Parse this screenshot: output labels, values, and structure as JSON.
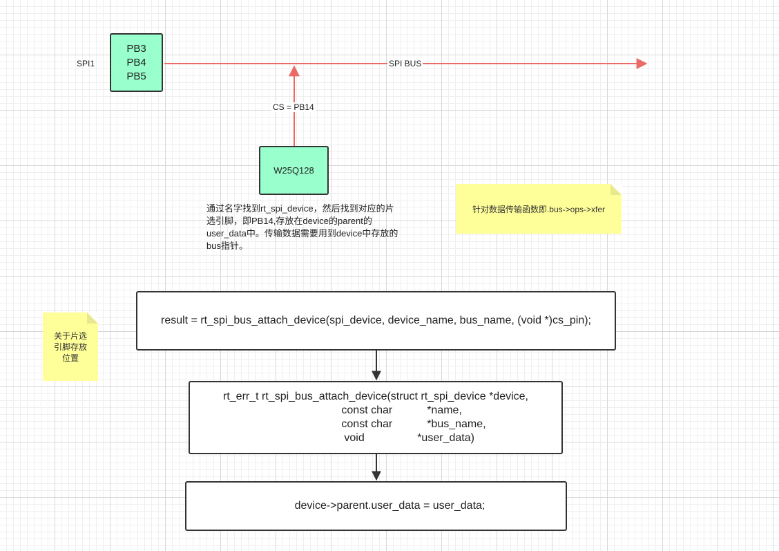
{
  "diagram": {
    "bus_source": {
      "side_label": "SPI1",
      "pins": [
        "PB3",
        "PB4",
        "PB5"
      ]
    },
    "bus_label": "SPI BUS",
    "device": {
      "name": "W25Q128",
      "cs_label": "CS = PB14"
    },
    "description": [
      "通过名字找到rt_spi_device，然后找到对应的片",
      "选引脚，即PB14,存放在device的parent的",
      "user_data中。传输数据需要用到device中存放的",
      "bus指针。"
    ],
    "notes": {
      "xfer_note": "针对数据传输函数即.bus->ops->xfer",
      "cs_note_lines": [
        "关于片选",
        "引脚存放",
        "位置"
      ]
    },
    "code_blocks": {
      "call": "result = rt_spi_bus_attach_device(spi_device, device_name, bus_name, (void *)cs_pin);",
      "signature": {
        "first_line": "rt_err_t rt_spi_bus_attach_device(struct rt_spi_device *device,",
        "params": [
          {
            "type": "const char",
            "name": "*name,"
          },
          {
            "type": "const char",
            "name": "*bus_name,"
          },
          {
            "type": "void",
            "name": "*user_data)"
          }
        ]
      },
      "assign": "device->parent.user_data = user_data;"
    },
    "colors": {
      "pin_box_fill": "#99ffcc",
      "bus_line": "#ea6b66",
      "note_fill": "#ffff99"
    }
  }
}
